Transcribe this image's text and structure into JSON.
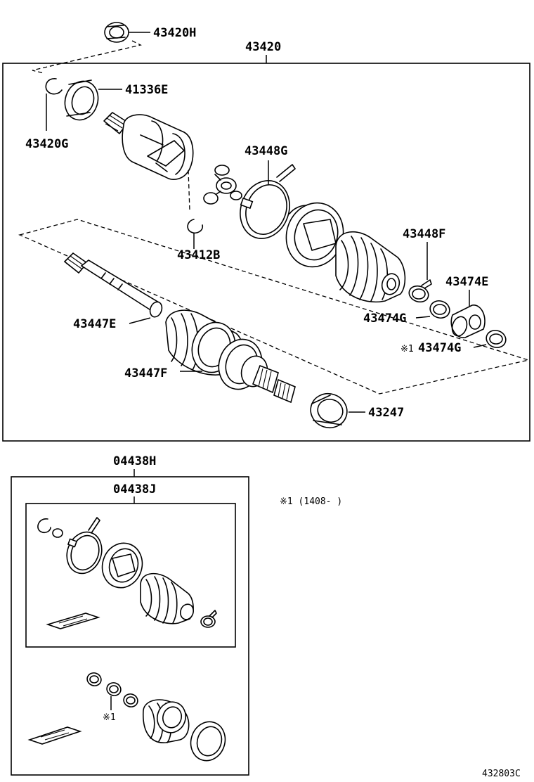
{
  "parts": {
    "p43420H": "43420H",
    "p43420": "43420",
    "p41336E": "41336E",
    "p43420G": "43420G",
    "p43448G": "43448G",
    "p43412B": "43412B",
    "p43448F": "43448F",
    "p43474E": "43474E",
    "p43447E": "43447E",
    "p43474G_a": "43474G",
    "p43474G_b": "43474G",
    "p43447F": "43447F",
    "p43247": "43247",
    "p04438H": "04438H",
    "p04438J": "04438J"
  },
  "notes": {
    "mark_1": "※1",
    "mark_1_b": "※1",
    "footnote": "※1 (1408-      )"
  },
  "figure_id": "432803C"
}
